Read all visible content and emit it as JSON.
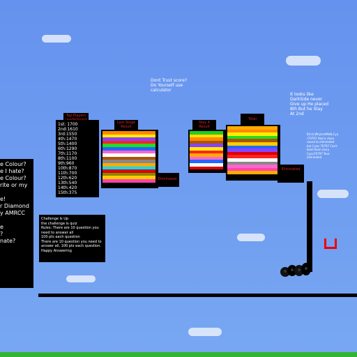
{
  "left_panel": {
    "lines": [
      "e Colour?",
      "e I hate?",
      "e Colour?",
      "rite or my",
      "",
      "e!",
      "r Diamond",
      "y AMRCC",
      "",
      "e",
      "?",
      "nate?"
    ]
  },
  "leaderboard": {
    "title": "Top Players Leaderboard",
    "lines": [
      "1st: 1700",
      "2nd:1610",
      "3rd:1550",
      "4th:1470",
      "5th:1400",
      "6th:1290",
      "7th:1170",
      "8th:1100",
      "9th:960",
      "10th:870",
      "11th:700",
      "12th:620",
      "13th:540",
      "14th:420",
      "15th:375"
    ]
  },
  "notes": {
    "center_top": [
      "Dont Trust score?",
      "Do Yourself use",
      "calculator"
    ],
    "right_top": [
      "It looks like",
      "DarkSide never",
      "Give up He placed",
      "8th But he Stay",
      "At 2nd"
    ],
    "right_small": [
      "Brick,WhyIsntMeB,Cya",
      "r70797 Had a close",
      "round to eliminated",
      "but Cyan 70797 Can't",
      "beat them sorry",
      "Cyan70797 Your",
      "eliminated"
    ]
  },
  "challenge": {
    "lines": [
      "Challenge Is Up",
      "the challenge is quiz",
      "Rules: There are 10 question you",
      "need to answer all",
      "100 pts each question",
      "There are 10 question you need to",
      "answer all, 100 pts each question.",
      "Happy Answering"
    ]
  },
  "boards": [
    {
      "title": "Last Stage Result",
      "rows": [
        "#ff8800",
        "#ffee00",
        "#8844ff",
        "#ff2222",
        "#22dd22",
        "#2266ff",
        "#ff66cc",
        "#ffffff",
        "#aa5500",
        "#888888",
        "#ffaa00",
        "#00ddff",
        "#dd0000",
        "#888800",
        "#ffcc00",
        "#ff44aa"
      ]
    },
    {
      "title": "Stay 4 Result",
      "rows": [
        "#22cc22",
        "#ffdd00",
        "#ff8800",
        "#aa5500",
        "#8844ff",
        "#ffee00",
        "#ff2222",
        "#ffaa00",
        "#ff66cc",
        "#2266ff",
        "#ffffff",
        "#dd0000"
      ]
    },
    {
      "title": "Total",
      "rows": [
        "#ffaa00",
        "#ff8800",
        "#ffee00",
        "#22dd22",
        "#aa5500",
        "#ffcc00",
        "#2266ff",
        "#8844ff",
        "#dd0000",
        "#ff2222",
        "#ffffff",
        "#888888",
        "#ff66cc",
        "#ff44aa",
        "#ffaa00"
      ]
    }
  ],
  "tags": {
    "eliminated_1": "Eliminated",
    "eliminated_2": "Eliminated"
  },
  "colors": {
    "sky": "#6a9aee",
    "panel": "#000000",
    "ground": "#33b533",
    "accent_red": "#dd0000"
  }
}
